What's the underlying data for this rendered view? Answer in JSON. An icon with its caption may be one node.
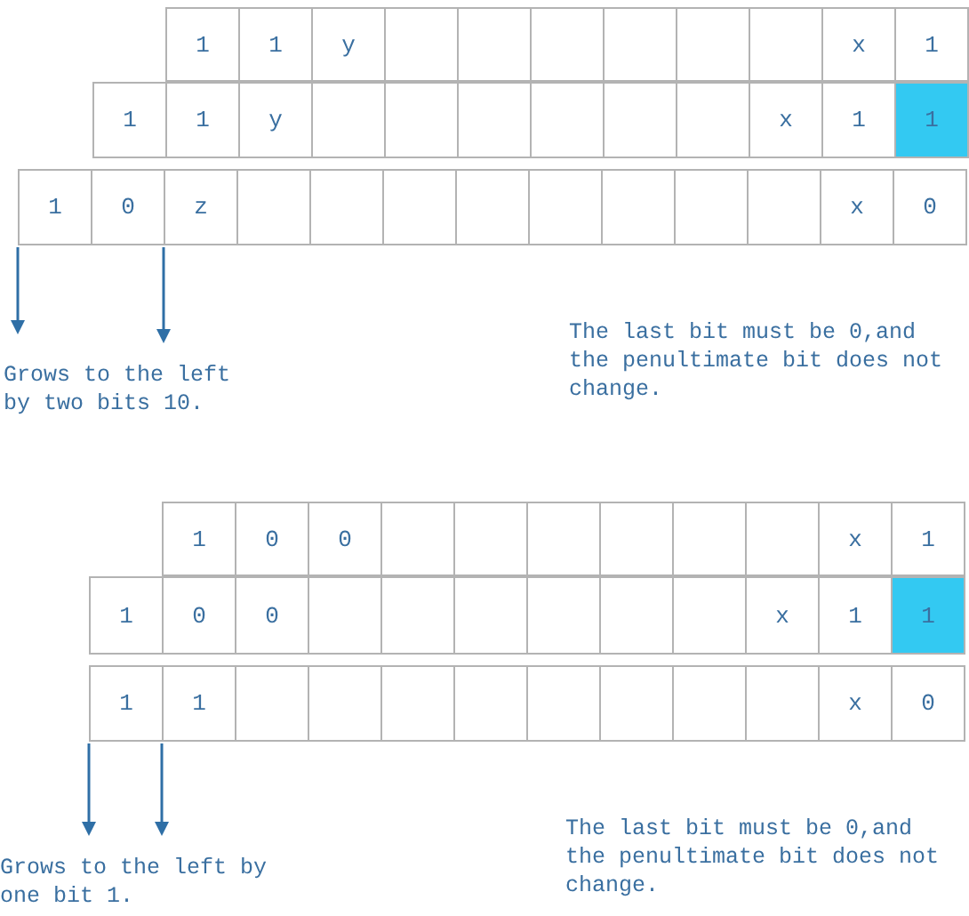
{
  "diagram": {
    "nodes": [
      {
        "text": [
          "1"
        ]
      },
      {
        "text": [
          "1"
        ]
      },
      {
        "text": [
          "y"
        ]
      },
      {
        "text": [],
        "shape": "box"
      },
      {
        "text": [],
        "shape": "box"
      },
      {
        "text": [],
        "shape": "box"
      },
      {
        "text": [],
        "shape": "box"
      },
      {
        "text": [],
        "shape": "box"
      },
      {
        "text": [],
        "shape": "box"
      },
      {
        "text": [
          "x"
        ]
      },
      {
        "text": [
          "1"
        ]
      },
      {
        "text": [
          "1"
        ]
      },
      {
        "text": [
          "1"
        ]
      },
      {
        "text": [
          "y"
        ]
      },
      {
        "text": [],
        "shape": "box"
      },
      {
        "text": [],
        "shape": "box"
      },
      {
        "text": [],
        "shape": "box"
      },
      {
        "text": [],
        "shape": "box"
      },
      {
        "text": [],
        "shape": "box"
      },
      {
        "text": [],
        "shape": "box"
      },
      {
        "text": [
          "x"
        ]
      },
      {
        "text": [
          "1"
        ]
      },
      {
        "text": [
          "1"
        ]
      },
      {
        "text": [
          "1"
        ]
      },
      {
        "text": [
          "0"
        ]
      },
      {
        "text": [
          "z"
        ]
      },
      {
        "text": [],
        "shape": "box"
      },
      {
        "text": [],
        "shape": "box"
      },
      {
        "text": [],
        "shape": "box"
      },
      {
        "text": [],
        "shape": "box"
      },
      {
        "text": [],
        "shape": "box"
      },
      {
        "text": [],
        "shape": "box"
      },
      {
        "text": [],
        "shape": "box"
      },
      {
        "text": [],
        "shape": "box"
      },
      {
        "text": [
          "x"
        ]
      },
      {
        "text": [
          "0"
        ]
      },
      {
        "text": [
          "1"
        ]
      },
      {
        "text": [
          "0"
        ]
      },
      {
        "text": [
          "0"
        ]
      },
      {
        "text": [],
        "shape": "box"
      },
      {
        "text": [],
        "shape": "box"
      },
      {
        "text": [],
        "shape": "box"
      },
      {
        "text": [],
        "shape": "box"
      },
      {
        "text": [],
        "shape": "box"
      },
      {
        "text": [],
        "shape": "box"
      },
      {
        "text": [
          "x"
        ]
      },
      {
        "text": [
          "1"
        ]
      },
      {
        "text": [
          "1"
        ]
      },
      {
        "text": [
          "0"
        ]
      },
      {
        "text": [
          "0"
        ]
      },
      {
        "text": [],
        "shape": "box"
      },
      {
        "text": [],
        "shape": "box"
      },
      {
        "text": [],
        "shape": "box"
      },
      {
        "text": [],
        "shape": "box"
      },
      {
        "text": [],
        "shape": "box"
      },
      {
        "text": [],
        "shape": "box"
      },
      {
        "text": [
          "x"
        ]
      },
      {
        "text": [
          "1"
        ]
      },
      {
        "text": [
          "1"
        ]
      },
      {
        "text": [
          "1"
        ]
      },
      {
        "text": [
          "1"
        ]
      },
      {
        "text": [],
        "shape": "box"
      },
      {
        "text": [],
        "shape": "box"
      },
      {
        "text": [],
        "shape": "box"
      },
      {
        "text": [],
        "shape": "box"
      },
      {
        "text": [],
        "shape": "box"
      },
      {
        "text": [],
        "shape": "box"
      },
      {
        "text": [],
        "shape": "box"
      },
      {
        "text": [],
        "shape": "box"
      },
      {
        "text": [
          "x"
        ]
      },
      {
        "text": [
          "0"
        ]
      }
    ],
    "labels": [
      "Grows to the left by two bits 10.",
      "The last bit must be 0,and the penultimate bit does not change.",
      "Grows to the left by one bit 1.",
      "The last bit must be 0,and the penultimate bit does not change."
    ]
  }
}
